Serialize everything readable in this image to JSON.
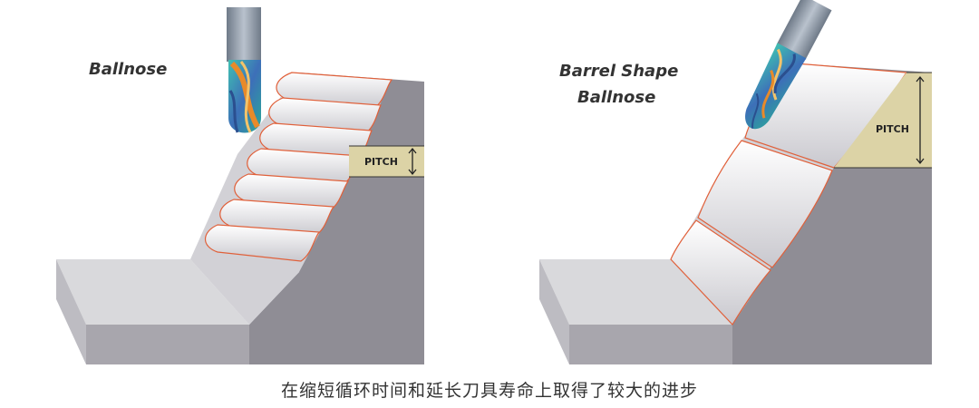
{
  "left_panel": {
    "label": "Ballnose",
    "pitch_label": "PITCH"
  },
  "right_panel": {
    "label_line1": "Barrel Shape",
    "label_line2": "Ballnose",
    "pitch_label": "PITCH"
  },
  "caption": "在缩短循环时间和延长刀具寿命上取得了较大的进步",
  "colors": {
    "block_top": "#d9d9dc",
    "block_front": "#a8a6ad",
    "block_side": "#8f8d95",
    "cut_edge": "#e0603a",
    "pitch_band": "#dcd3a6",
    "shank": "#9aa4b2",
    "flute_teal": "#3fbfb2",
    "flute_blue": "#3d6fb8",
    "flute_orange": "#e88a2a"
  }
}
